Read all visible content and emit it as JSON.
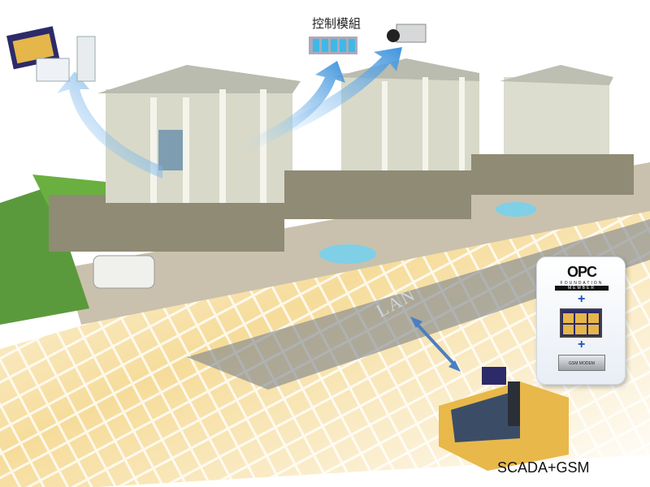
{
  "module_label": "控制模組",
  "network_label": "LAN",
  "caption": "SCADA+GSM",
  "panel": {
    "opc_logo": "OPC",
    "opc_foundation": "FOUNDATION",
    "opc_member": "MEMBER",
    "plus": "+",
    "modem_label": "GSM MODEM"
  },
  "colors": {
    "arrow": "#4a9ee0",
    "plus": "#1b54b0",
    "ground": "#f3d58a"
  }
}
